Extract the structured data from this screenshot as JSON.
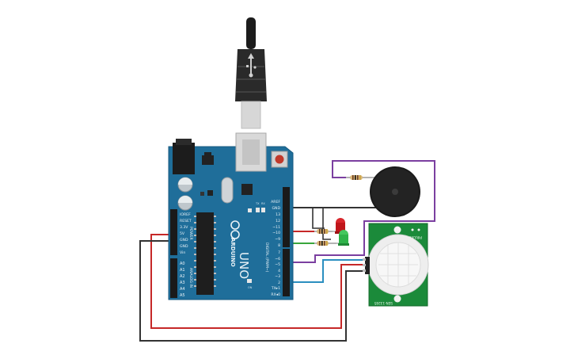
{
  "board": {
    "brand": "ARDUINO",
    "model": "UNO",
    "digital_label": "DIGITAL (PWM~)",
    "power_label": "POWER",
    "analog_label": "ANALOG IN",
    "tx_label": "TX",
    "rx_label": "RX",
    "on_label": "ON",
    "power_pins": [
      "IOREF",
      "RESET",
      "3.3V",
      "5V",
      "GND",
      "GND",
      "Vin"
    ],
    "analog_pins": [
      "A0",
      "A1",
      "A2",
      "A3",
      "A4",
      "A5"
    ],
    "digital_pins": [
      "AREF",
      "GND",
      "13",
      "12",
      "~11",
      "~10",
      "~9",
      "8",
      "7",
      "~6",
      "~5",
      "4",
      "~3",
      "2",
      "TX▸1",
      "RX◂0"
    ]
  },
  "pir": {
    "top_text": "PIR/LK#",
    "bottom_text": "SEN-13285"
  },
  "colors": {
    "board_blue": "#1f6e9a",
    "wire_red": "#c62828",
    "wire_black": "#333333",
    "wire_purple": "#7b3fa0",
    "wire_blue": "#2b8fc0",
    "wire_green": "#38a63c",
    "led_red": "#c0161b",
    "led_green": "#2fb34a",
    "pir_board": "#1b8a3a"
  }
}
